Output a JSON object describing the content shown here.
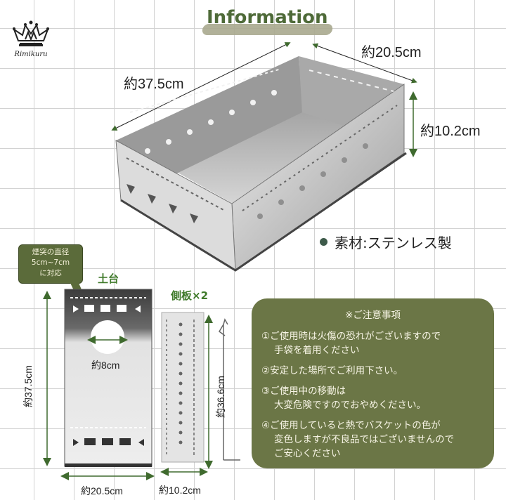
{
  "brand": {
    "name": "Rimikuru",
    "logo_icon": "crown-icon"
  },
  "header": {
    "title": "Information"
  },
  "main_box": {
    "dimensions": {
      "length": "約37.5cm",
      "width": "約20.5cm",
      "height": "約10.2cm"
    }
  },
  "material": {
    "label": "素材:ステンレス製",
    "bullet_color": "#3d5a4a"
  },
  "base_plate": {
    "label": "土台",
    "callout": [
      "煙突の直径",
      "5cm~7cm",
      "に対応"
    ],
    "hole_diameter": "約8cm",
    "length": "約37.5cm",
    "width": "約20.5cm"
  },
  "side_panel": {
    "label": "側板×2",
    "length": "約36.6cm",
    "width": "約10.2cm"
  },
  "notes": {
    "title": "※ご注意事項",
    "items": [
      {
        "line1": "①ご使用時は火傷の恐れがございますので",
        "line2": "手袋を着用ください",
        "line3": ""
      },
      {
        "line1": "②安定した場所でご利用下さい。",
        "line2": "",
        "line3": ""
      },
      {
        "line1": "③ご使用中の移動は",
        "line2": "大変危険ですのでおやめください。",
        "line3": ""
      },
      {
        "line1": "④ご使用していると熱でバスケットの色が",
        "line2": "変色しますが不良品ではございませんので",
        "line3": "ご安心ください"
      }
    ]
  },
  "colors": {
    "accent_green": "#4e6a38",
    "panel_bg": "#6b7646",
    "arrow_green": "#3f6a2e",
    "grid": "#d2d2d2"
  }
}
